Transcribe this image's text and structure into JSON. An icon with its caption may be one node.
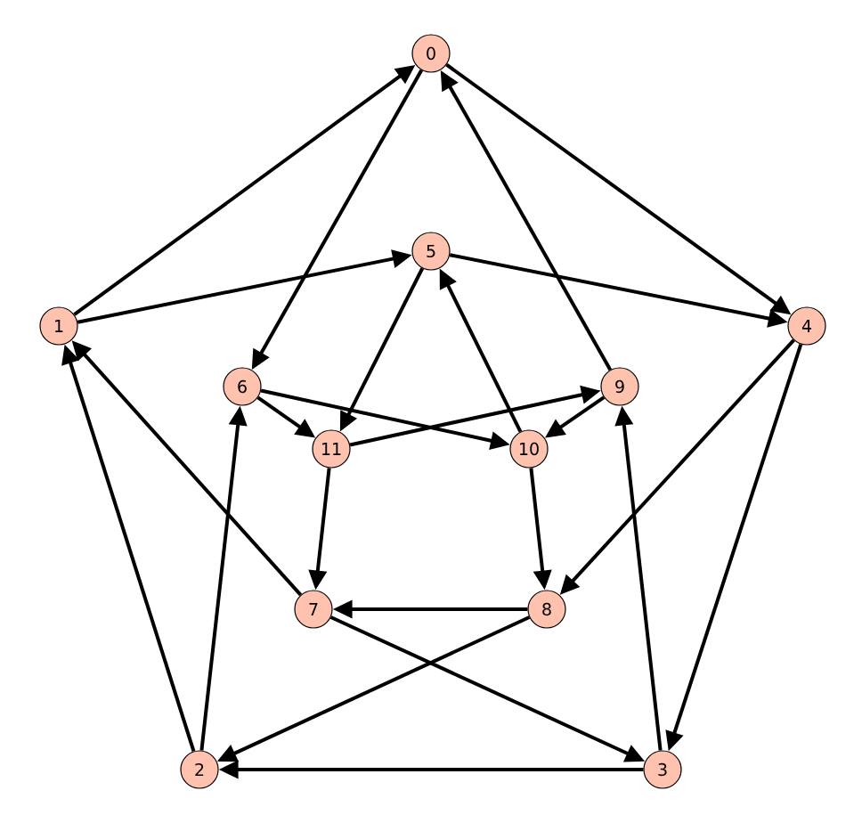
{
  "diagram": {
    "nodes": [
      {
        "text": [
          "0"
        ]
      },
      {
        "text": [
          "1"
        ]
      },
      {
        "text": [
          "2"
        ]
      },
      {
        "text": [
          "3"
        ]
      },
      {
        "text": [
          "4"
        ]
      },
      {
        "text": [
          "5"
        ]
      },
      {
        "text": [
          "6"
        ]
      },
      {
        "text": [
          "7"
        ]
      },
      {
        "text": [
          "8"
        ]
      },
      {
        "text": [
          "9"
        ]
      },
      {
        "text": [
          "10"
        ]
      },
      {
        "text": [
          "11"
        ]
      }
    ],
    "edges": [
      {
        "from": 0,
        "to": 6,
        "arrow": "to"
      },
      {
        "from": 0,
        "to": 4,
        "arrow": "to"
      },
      {
        "from": 1,
        "to": 0,
        "arrow": "to"
      },
      {
        "from": 1,
        "to": 5,
        "arrow": "to"
      },
      {
        "from": 2,
        "to": 1,
        "arrow": "to"
      },
      {
        "from": 2,
        "to": 6,
        "arrow": "to"
      },
      {
        "from": 3,
        "to": 2,
        "arrow": "to"
      },
      {
        "from": 3,
        "to": 9,
        "arrow": "to"
      },
      {
        "from": 4,
        "to": 8,
        "arrow": "to"
      },
      {
        "from": 4,
        "to": 3,
        "arrow": "to"
      },
      {
        "from": 5,
        "to": 4,
        "arrow": "to"
      },
      {
        "from": 5,
        "to": 11,
        "arrow": "to"
      },
      {
        "from": 6,
        "to": 11,
        "arrow": "to"
      },
      {
        "from": 6,
        "to": 10,
        "arrow": "to"
      },
      {
        "from": 7,
        "to": 1,
        "arrow": "to"
      },
      {
        "from": 7,
        "to": 3,
        "arrow": "to"
      },
      {
        "from": 8,
        "to": 7,
        "arrow": "to"
      },
      {
        "from": 8,
        "to": 2,
        "arrow": "to"
      },
      {
        "from": 9,
        "to": 0,
        "arrow": "to"
      },
      {
        "from": 9,
        "to": 10,
        "arrow": "to"
      },
      {
        "from": 10,
        "to": 5,
        "arrow": "to"
      },
      {
        "from": 10,
        "to": 8,
        "arrow": "to"
      },
      {
        "from": 11,
        "to": 9,
        "arrow": "to"
      },
      {
        "from": 11,
        "to": 7,
        "arrow": "to"
      }
    ]
  }
}
